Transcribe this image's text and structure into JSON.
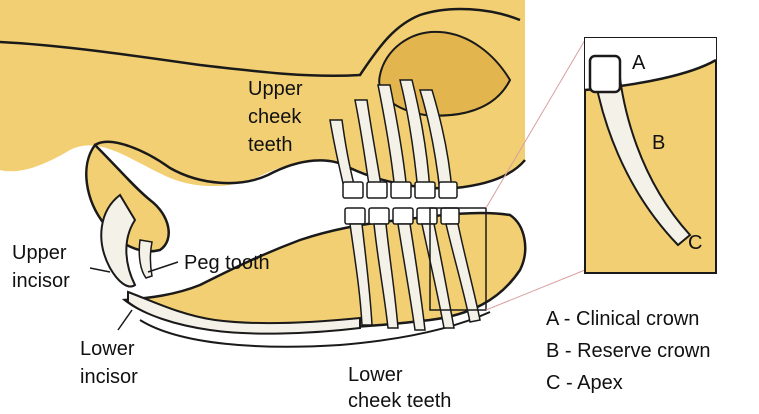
{
  "labels": {
    "upper_cheek_teeth": [
      "Upper",
      "cheek",
      "teeth"
    ],
    "upper_incisor": [
      "Upper",
      "incisor"
    ],
    "peg_tooth": "Peg tooth",
    "lower_incisor": [
      "Lower",
      "incisor"
    ],
    "lower_cheek_teeth": [
      "Lower",
      "cheek teeth"
    ]
  },
  "inset": {
    "a": "A",
    "b": "B",
    "c": "C"
  },
  "key": [
    "A - Clinical crown",
    "B - Reserve crown",
    "C - Apex"
  ],
  "colors": {
    "bone": "#f2cf72",
    "bone_dark": "#e3b54e",
    "tooth": "#f4f1e8",
    "outline": "#1a1a1a",
    "guide_line": "#d8a0a0"
  }
}
